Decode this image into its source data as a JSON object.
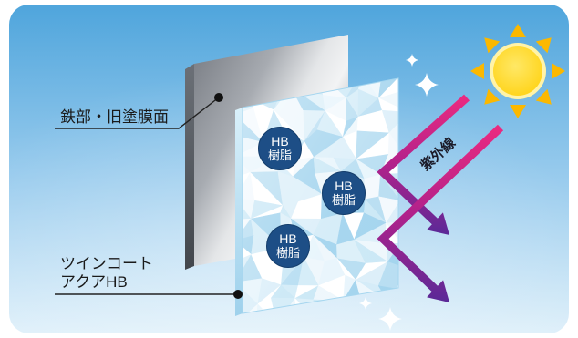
{
  "labels": {
    "steel_surface": "鉄部・旧塗膜面",
    "coating_line1": "ツインコート",
    "coating_line2": "アクアHB"
  },
  "resin_badges": [
    {
      "line1": "HB",
      "line2": "樹脂"
    },
    {
      "line1": "HB",
      "line2": "樹脂"
    },
    {
      "line1": "HB",
      "line2": "樹脂"
    }
  ],
  "uv": {
    "label": "紫外線"
  },
  "icons": {
    "sun": "sun-icon",
    "sparkle": "sparkle-icon"
  },
  "colors": {
    "panel_top": "#4fa5dc",
    "panel_bottom": "#dff0fa",
    "badge": "#1d4e86",
    "uv_start": "#ea2a80",
    "uv_end": "#5a2997",
    "sun_disk": "#ffd51e",
    "sun_rays": "#fbb800",
    "text": "#1a1a1a"
  }
}
